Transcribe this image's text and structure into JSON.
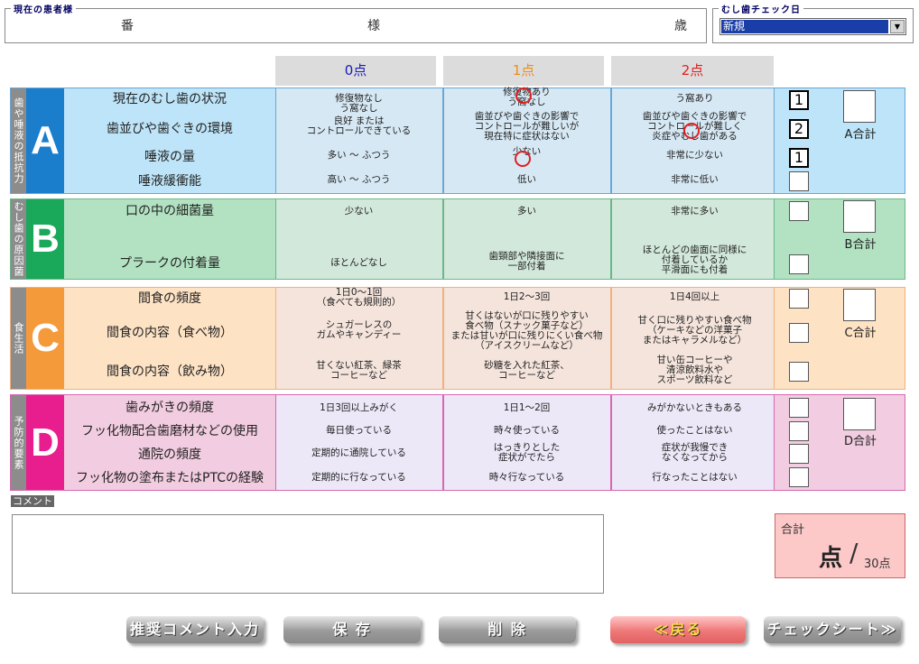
{
  "patient": {
    "legend": "現在の患者様",
    "number_suffix": "番",
    "name_suffix": "様",
    "age_suffix": "歳"
  },
  "check_date": {
    "legend": "むし歯チェック日",
    "selected": "新規"
  },
  "score_headers": [
    "0点",
    "1点",
    "2点"
  ],
  "score_header_colors": [
    "#1a1ab8",
    "#ef8c1a",
    "#e02020"
  ],
  "sections": [
    {
      "letter": "A",
      "vertical_label": "歯や唾液の抵抗力",
      "total_label": "A合計",
      "colors": {
        "letter_bg": "#1a7ecc",
        "light": "#d6e8f4",
        "dark": "#bde4f8",
        "border": "#6aa6d6"
      },
      "rows": [
        {
          "label": "現在のむし歯の状況",
          "cells": [
            "修復物なし\nう窩なし",
            "修復物あり\nう窩なし",
            "う窩あり"
          ],
          "score": "1"
        },
        {
          "label": "歯並びや歯ぐきの環境",
          "cells": [
            "良好 または\nコントロールできている",
            "歯並びや歯ぐきの影響で\nコントロールが難しいが\n現在特に症状はない",
            "歯並びや歯ぐきの影響で\nコントロールが難しく\n炎症やむし歯がある"
          ],
          "score": "2"
        },
        {
          "label": "唾液の量",
          "cells": [
            "多い ～ ふつう",
            "少ない",
            "非常に少ない"
          ],
          "score": "1"
        },
        {
          "label": "唾液緩衝能",
          "cells": [
            "高い ～ ふつう",
            "低い",
            "非常に低い"
          ],
          "score": ""
        }
      ]
    },
    {
      "letter": "B",
      "vertical_label": "むし歯の原因菌",
      "total_label": "B合計",
      "colors": {
        "letter_bg": "#1aa85a",
        "light": "#d2e8da",
        "dark": "#b2e2c2",
        "border": "#6ab88a"
      },
      "rows": [
        {
          "label": "口の中の細菌量",
          "cells": [
            "少ない",
            "多い",
            "非常に多い"
          ],
          "score": ""
        },
        {
          "label": "プラークの付着量",
          "cells": [
            "ほとんどなし",
            "歯頸部や隣接面に\n一部付着",
            "ほとんどの歯面に同様に\n付着しているか\n平滑面にも付着"
          ],
          "score": ""
        }
      ]
    },
    {
      "letter": "C",
      "vertical_label": "食生活",
      "total_label": "C合計",
      "colors": {
        "letter_bg": "#f59a3a",
        "light": "#f4e4dc",
        "dark": "#fde2c4",
        "border": "#f0b27a"
      },
      "rows": [
        {
          "label": "間食の頻度",
          "cells": [
            "1日0～1回\n（食べても規則的）",
            "1日2～3回",
            "1日4回以上"
          ],
          "score": ""
        },
        {
          "label": "間食の内容（食べ物）",
          "cells": [
            "シュガーレスの\nガムやキャンディー",
            "甘くはないが口に残りやすい\n食べ物（スナック菓子など）\nまたは甘いが口に残りにくい食べ物\n（アイスクリームなど）",
            "甘く口に残りやすい食べ物\n（ケーキなどの洋菓子\nまたはキャラメルなど）"
          ],
          "score": ""
        },
        {
          "label": "間食の内容（飲み物）",
          "cells": [
            "甘くない紅茶、緑茶\nコーヒーなど",
            "砂糖を入れた紅茶、\nコーヒーなど",
            "甘い缶コーヒーや\n清涼飲料水や\nスポーツ飲料など"
          ],
          "score": ""
        }
      ]
    },
    {
      "letter": "D",
      "vertical_label": "予防的要素",
      "total_label": "D合計",
      "colors": {
        "letter_bg": "#e81e8e",
        "light": "#ece8f8",
        "dark": "#f2cce0",
        "border": "#d866b0"
      },
      "rows": [
        {
          "label": "歯みがきの頻度",
          "cells": [
            "1日3回以上みがく",
            "1日1～2回",
            "みがかないときもある"
          ],
          "score": ""
        },
        {
          "label": "フッ化物配合歯磨材などの使用",
          "cells": [
            "毎日使っている",
            "時々使っている",
            "使ったことはない"
          ],
          "score": ""
        },
        {
          "label": "通院の頻度",
          "cells": [
            "定期的に通院している",
            "はっきりとした\n症状がでたら",
            "症状が我慢でき\nなくなってから"
          ],
          "score": ""
        },
        {
          "label": "フッ化物の塗布またはPTCの経験",
          "cells": [
            "定期的に行なっている",
            "時々行なっている",
            "行なったことはない"
          ],
          "score": ""
        }
      ]
    }
  ],
  "comment": {
    "label": "コメント",
    "value": ""
  },
  "total": {
    "label": "合計",
    "unit": "点",
    "max": "30点"
  },
  "buttons": {
    "recommend": "推奨コメント入力",
    "save": "保 存",
    "delete": "削 除",
    "back": "≪戻る",
    "checksheet": "チェックシート≫"
  }
}
